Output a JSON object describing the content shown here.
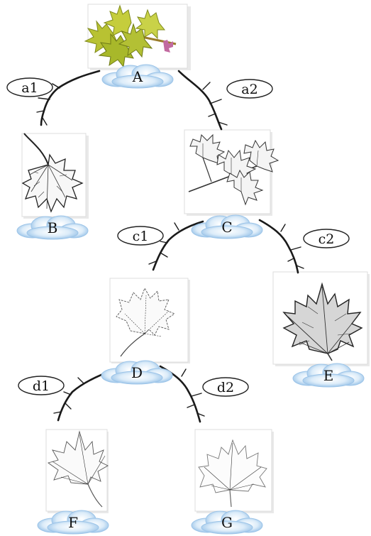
{
  "nodes": {
    "A": "A",
    "B": "B",
    "C": "C",
    "D": "D",
    "E": "E",
    "F": "F",
    "G": "G"
  },
  "branches": {
    "a1": "a1",
    "a2": "a2",
    "c1": "c1",
    "c2": "c2",
    "d1": "d1",
    "d2": "d2"
  },
  "colors": {
    "cloud_blue": "#a9cfee",
    "cloud_white": "#ffffff",
    "leaf_green": "#a8b82a",
    "branch": "#1a1a1a"
  }
}
